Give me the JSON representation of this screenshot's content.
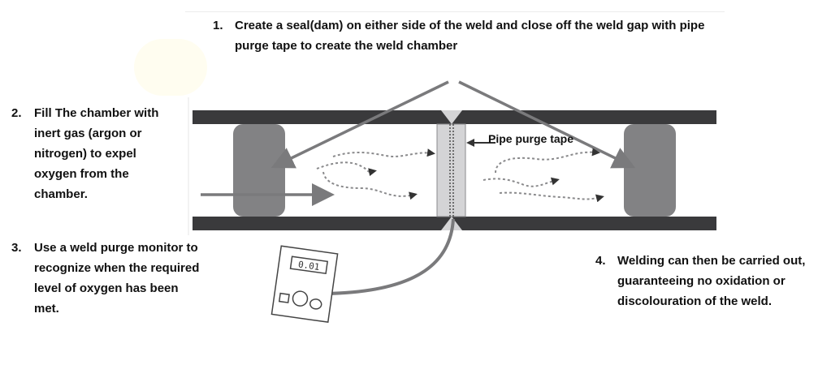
{
  "diagram": {
    "title": "Pipe purge weld chamber process",
    "steps": [
      {
        "number": "1.",
        "text": "Create a seal(dam) on either side of the weld and close off the weld gap with pipe purge tape to create the weld chamber"
      },
      {
        "number": "2.",
        "text": "Fill The chamber with inert gas (argon or nitrogen) to expel oxygen from the chamber."
      },
      {
        "number": "3.",
        "text": "Use a weld purge monitor to recognize when the required level of oxygen has been met."
      },
      {
        "number": "4.",
        "text": "Welding can then be carried out, guaranteeing no oxidation or discolouration of the weld."
      }
    ],
    "labels": {
      "tape": "Pipe purge tape",
      "monitor_display": "0.01"
    },
    "colors": {
      "pipe_wall": "#3a3a3c",
      "dam": "#828284",
      "arrow": "#7a7a7c",
      "tape": "#d4d4d6",
      "gas_flow": "#8a8a8c"
    }
  }
}
